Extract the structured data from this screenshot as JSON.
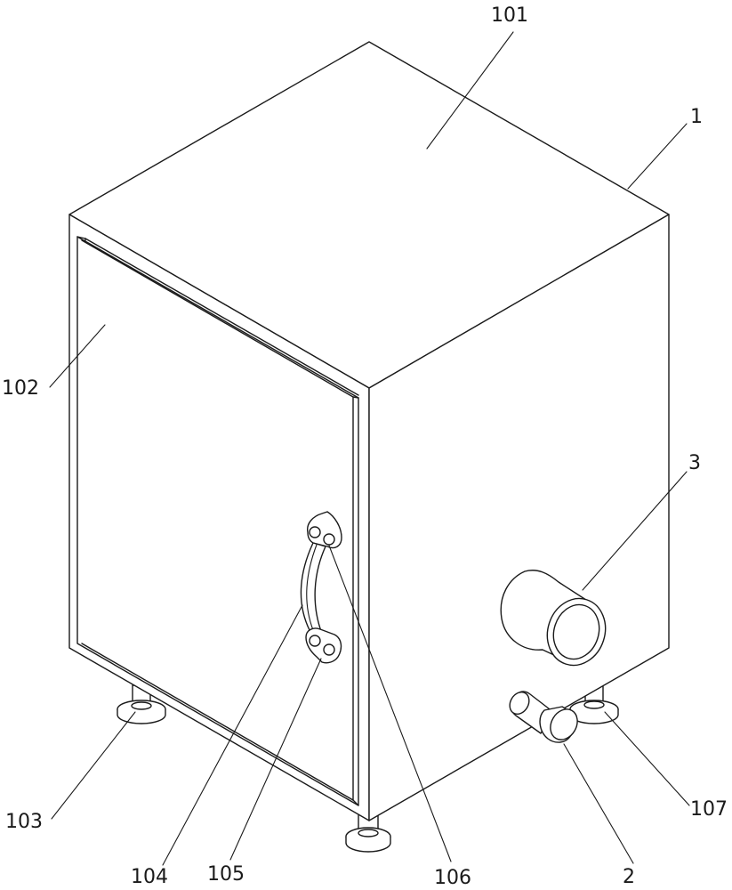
{
  "labels": {
    "top_panel": "101",
    "housing": "1",
    "door": "102",
    "component_3": "3",
    "foot_left": "103",
    "handle_104": "104",
    "handle_105": "105",
    "handle_106": "106",
    "component_2": "2",
    "foot_right": "107"
  }
}
